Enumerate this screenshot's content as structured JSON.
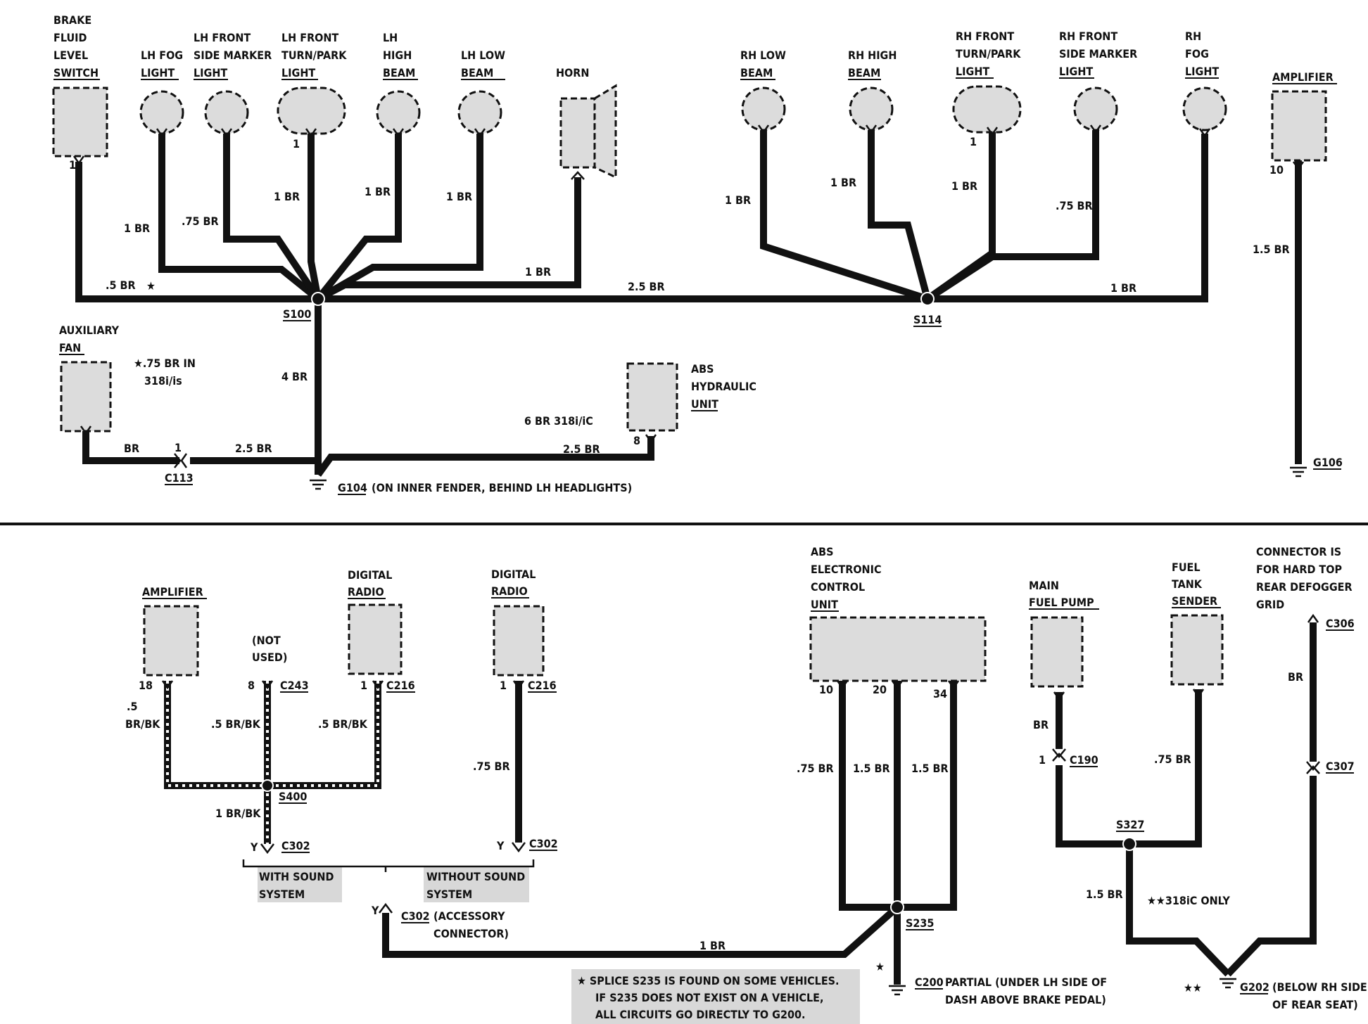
{
  "upper": {
    "brake_fluid": [
      "BRAKE",
      "FLUID",
      "LEVEL",
      "SWITCH"
    ],
    "lh_fog": [
      "LH FOG",
      "LIGHT"
    ],
    "lh_side_marker": [
      "LH FRONT",
      "SIDE MARKER",
      "LIGHT"
    ],
    "lh_turn_park": [
      "LH FRONT",
      "TURN/PARK",
      "LIGHT"
    ],
    "lh_high": [
      "LH",
      "HIGH",
      "BEAM"
    ],
    "lh_low": [
      "LH LOW",
      "BEAM"
    ],
    "horn": "HORN",
    "rh_low": [
      "RH LOW",
      "BEAM"
    ],
    "rh_high": [
      "RH HIGH",
      "BEAM"
    ],
    "rh_turn_park": [
      "RH FRONT",
      "TURN/PARK",
      "LIGHT"
    ],
    "rh_side_marker": [
      "RH FRONT",
      "SIDE MARKER",
      "LIGHT"
    ],
    "rh_fog": [
      "RH",
      "FOG",
      "LIGHT"
    ],
    "amplifier": "AMPLIFIER",
    "aux_fan": [
      "AUXILIARY",
      "FAN"
    ],
    "abs_hydraulic": [
      "ABS",
      "HYDRAULIC",
      "UNIT"
    ],
    "note_star": "★.75 BR IN",
    "note_star2": "318i/is",
    "pin_1": "1",
    "pin_10": "10",
    "pin_8": "8",
    "w_05br_star": ".5 BR",
    "star": "★",
    "w_1br": "1 BR",
    "w_075br": ".75 BR",
    "w_25br": "2.5 BR",
    "w_4br": "4 BR",
    "w_15br": "1.5 BR",
    "w_br": "BR",
    "w_6br": "6 BR 318i/iC",
    "s100": "S100",
    "s114": "S114",
    "c113": "C113",
    "g104": "G104",
    "g104_note": "(ON INNER FENDER, BEHIND LH HEADLIGHTS)",
    "g106": "G106"
  },
  "lower": {
    "amplifier": "AMPLIFIER",
    "not_used": [
      "(NOT",
      "USED)"
    ],
    "digital_radio": [
      "DIGITAL",
      "RADIO"
    ],
    "abs_ecu": [
      "ABS",
      "ELECTRONIC",
      "CONTROL",
      "UNIT"
    ],
    "main_fuel_pump": [
      "MAIN",
      "FUEL PUMP"
    ],
    "fuel_tank_sender": [
      "FUEL",
      "TANK",
      "SENDER"
    ],
    "defogger_note": [
      "CONNECTOR IS",
      "FOR HARD TOP",
      "REAR DEFOGGER",
      "GRID"
    ],
    "pin_18": "18",
    "pin_8": "8",
    "pin_1": "1",
    "pin_10": "10",
    "pin_20": "20",
    "pin_34": "34",
    "pin_Y": "Y",
    "c243": "C243",
    "c216": "C216",
    "c302": "C302",
    "c302_note": [
      "(ACCESSORY",
      "CONNECTOR)"
    ],
    "c190": "C190",
    "c306": "C306",
    "c307": "C307",
    "s400": "S400",
    "s235": "S235",
    "s327": "S327",
    "g200": "C200",
    "g200_note": [
      "PARTIAL (UNDER LH SIDE OF",
      "DASH ABOVE BRAKE PEDAL)"
    ],
    "g202": "G202",
    "g202_note": [
      "(BELOW RH SIDE",
      "OF REAR SEAT)"
    ],
    "w_5": ".5",
    "w_brbk": "BR/BK",
    "w_5brbk": ".5 BR/BK",
    "w_1brbk": "1 BR/BK",
    "w_075br": ".75 BR",
    "w_15br": "1.5 BR",
    "w_1br": "1 BR",
    "w_br": "BR",
    "with_sound": [
      "WITH SOUND",
      "SYSTEM"
    ],
    "without_sound": [
      "WITHOUT SOUND",
      "SYSTEM"
    ],
    "only_318ic": "★★318iC ONLY",
    "double_star": "★★",
    "star": "★",
    "splice_note": [
      "★ SPLICE S235 IS FOUND ON SOME VEHICLES.",
      "IF S235 DOES NOT EXIST ON A VEHICLE,",
      "ALL CIRCUITS GO DIRECTLY TO G200."
    ]
  }
}
